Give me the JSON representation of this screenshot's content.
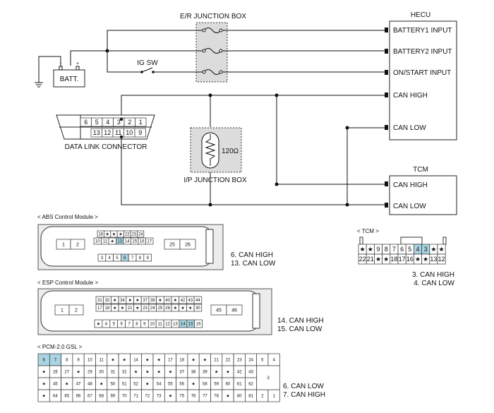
{
  "hecu": {
    "title": "HECU",
    "pins": [
      "BATTERY1 INPUT",
      "BATTERY2 INPUT",
      "ON/START INPUT",
      "CAN HIGH",
      "CAN LOW"
    ]
  },
  "er_junction_box": {
    "label": "E/R JUNCTION BOX"
  },
  "ig_switch": {
    "label": "IG SW"
  },
  "battery": {
    "label": "BATT."
  },
  "data_link_connector": {
    "label": "DATA LINK CONNECTOR",
    "top_row": [
      "6",
      "5",
      "4",
      "3",
      "2",
      "1"
    ],
    "bottom_row": [
      "13",
      "12",
      "11",
      "10",
      "9"
    ]
  },
  "ip_junction_box": {
    "label": "I/P JUNCTION BOX",
    "resistor": "120Ω"
  },
  "tcm": {
    "title": "TCM",
    "pins": [
      "CAN HIGH",
      "CAN LOW"
    ]
  },
  "abs_module": {
    "title": "< ABS Control Module >",
    "big_left": [
      "1",
      "2"
    ],
    "big_right": [
      "25",
      "26"
    ],
    "row1": [
      "18",
      "★",
      "★",
      "★",
      "22",
      "23",
      "24"
    ],
    "row2": [
      "10",
      "11",
      "★",
      "13",
      "14",
      "15",
      "16",
      "17"
    ],
    "row3": [
      "3",
      "4",
      "5",
      "6",
      "7",
      "8",
      "9"
    ],
    "notes": [
      "6. CAN HIGH",
      "13. CAN LOW"
    ]
  },
  "esp_module": {
    "title": "< ESP Control Module >",
    "big_left": [
      "1",
      "2"
    ],
    "big_right": [
      "45",
      "46"
    ],
    "row1": [
      "31",
      "32",
      "★",
      "34",
      "★",
      "★",
      "37",
      "38",
      "★",
      "40",
      "★",
      "42",
      "43",
      "44"
    ],
    "row2": [
      "17",
      "18",
      "★",
      "★",
      "21",
      "★",
      "23",
      "24",
      "25",
      "26",
      "★",
      "★",
      "★",
      "30"
    ],
    "row3": [
      "★",
      "4",
      "5",
      "6",
      "7",
      "8",
      "9",
      "10",
      "11",
      "12",
      "13",
      "14",
      "15",
      "16"
    ],
    "notes": [
      "14. CAN HIGH",
      "15. CAN LOW"
    ]
  },
  "tcm_connector": {
    "title": "< TCM >",
    "row1": [
      "★",
      "★",
      "9",
      "8",
      "7",
      "6",
      "5",
      "4",
      "3",
      "★",
      "★"
    ],
    "row2": [
      "22",
      "21",
      "★",
      "★",
      "18",
      "17",
      "16",
      "★",
      "★",
      "13",
      "12"
    ],
    "notes": [
      "3. CAN HIGH",
      "4. CAN LOW"
    ]
  },
  "pcm_connector": {
    "title": "< PCM-2.0 GSL >",
    "rows": [
      [
        "6",
        "7",
        "8",
        "9",
        "10",
        "11",
        "★",
        "★",
        "14",
        "★",
        "★",
        "17",
        "18",
        "★",
        "★",
        "21",
        "22",
        "23",
        "24",
        "5",
        "4"
      ],
      [
        "★",
        "26",
        "27",
        "★",
        "29",
        "30",
        "31",
        "32",
        "★",
        "★",
        "★",
        "★",
        "37",
        "38",
        "39",
        "★",
        "★",
        "42",
        "43"
      ],
      [
        "★",
        "45",
        "★",
        "47",
        "48",
        "★",
        "50",
        "51",
        "52",
        "★",
        "54",
        "55",
        "56",
        "★",
        "58",
        "59",
        "60",
        "61",
        "62"
      ],
      [
        "★",
        "64",
        "65",
        "66",
        "67",
        "68",
        "69",
        "70",
        "71",
        "72",
        "73",
        "★",
        "75",
        "76",
        "77",
        "78",
        "★",
        "80",
        "81",
        "2",
        "1"
      ]
    ],
    "merged_cell": "3",
    "notes": [
      "6. CAN LOW",
      "7. CAN HIGH"
    ]
  }
}
